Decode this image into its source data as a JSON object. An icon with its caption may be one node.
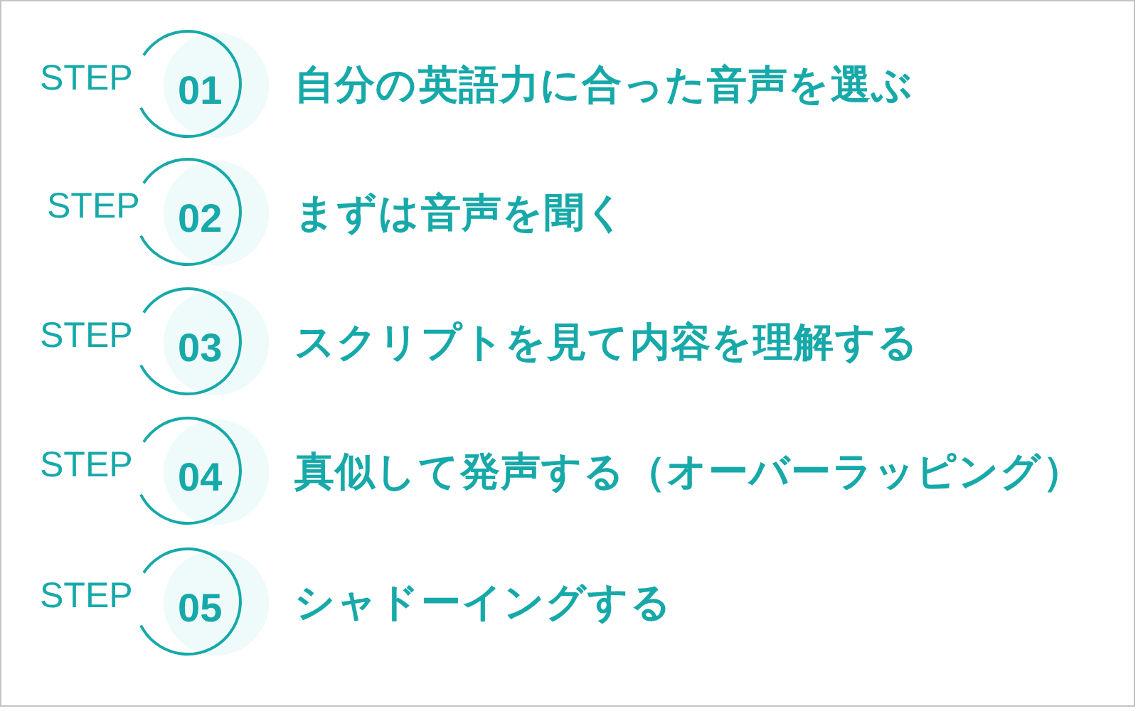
{
  "diagram": {
    "nodes": [
      {
        "text": [
          "STEP",
          "01"
        ],
        "beside": [
          "自分の英語力に合った音声を選ぶ"
        ]
      },
      {
        "text": [
          "STEP",
          "02"
        ],
        "beside": [
          "まずは音声を聞く"
        ]
      },
      {
        "text": [
          "STEP",
          "03"
        ],
        "beside": [
          "スクリプトを見て内容を理解する"
        ]
      },
      {
        "text": [
          "STEP",
          "04"
        ],
        "beside": [
          "真似して発声する（オーバーラッピング）"
        ]
      },
      {
        "text": [
          "STEP",
          "05"
        ],
        "beside": [
          "シャドーイングする"
        ]
      }
    ]
  }
}
